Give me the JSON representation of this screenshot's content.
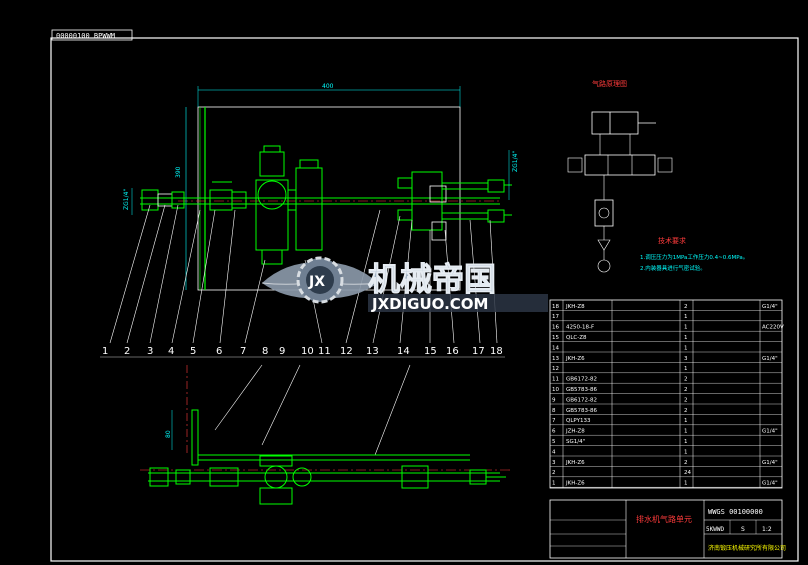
{
  "drawing": {
    "code_box": "00000100 BPWWM",
    "dim_width": "400",
    "dim_height": "390",
    "dim_left": "ZG1/4\"",
    "dim_right": "ZG1/4\"",
    "dim_side": "80",
    "callouts": [
      "1",
      "2",
      "3",
      "4",
      "5",
      "6",
      "7",
      "8",
      "9",
      "10",
      "11",
      "12",
      "13",
      "14",
      "15",
      "16",
      "17",
      "18"
    ],
    "schematic_title": "气路原理图",
    "tech_title": "技术要求",
    "tech_lines": [
      "1.调压压力为1MPa工作压力0.4~0.6MPa。",
      "2.内装器具进行气密试验。"
    ]
  },
  "watermark": {
    "cn": "机械帝国",
    "en": "JXDIGUO.COM",
    "badge": "JX"
  },
  "bom": {
    "rows": [
      {
        "no": "18",
        "code": "JKH-Z8",
        "qty": "2",
        "note": "G1/4\""
      },
      {
        "no": "17",
        "code": "",
        "qty": "1",
        "note": ""
      },
      {
        "no": "16",
        "code": "4250-18-F",
        "qty": "1",
        "note": "AC220V"
      },
      {
        "no": "15",
        "code": "QLC-Z8",
        "qty": "1",
        "note": ""
      },
      {
        "no": "14",
        "code": "",
        "qty": "1",
        "note": ""
      },
      {
        "no": "13",
        "code": "JKH-Z6",
        "qty": "3",
        "note": "G1/4\""
      },
      {
        "no": "12",
        "code": "",
        "qty": "1",
        "note": ""
      },
      {
        "no": "11",
        "code": "GB6172-82",
        "qty": "2",
        "note": ""
      },
      {
        "no": "10",
        "code": "GB5783-86",
        "qty": "2",
        "note": ""
      },
      {
        "no": "9",
        "code": "GB6172-82",
        "qty": "2",
        "note": ""
      },
      {
        "no": "8",
        "code": "GB5783-86",
        "qty": "2",
        "note": ""
      },
      {
        "no": "7",
        "code": "QLPY133",
        "qty": "1",
        "note": ""
      },
      {
        "no": "6",
        "code": "JZH-Z8",
        "qty": "1",
        "note": "G1/4\""
      },
      {
        "no": "5",
        "code": "SG1/4\"",
        "qty": "1",
        "note": ""
      },
      {
        "no": "4",
        "code": "",
        "qty": "1",
        "note": ""
      },
      {
        "no": "3",
        "code": "JKH-Z6",
        "qty": "2",
        "note": "G1/4\""
      },
      {
        "no": "2",
        "code": "",
        "qty": "24",
        "note": ""
      },
      {
        "no": "1",
        "code": "JKH-Z6",
        "qty": "1",
        "note": "G1/4\""
      }
    ],
    "title_name": "排水机气路单元",
    "drawing_no": "WWGS 00100000",
    "scale": "1:2",
    "mark": "S",
    "weight": "5KWWD",
    "company": "济南锻压机械研究所有限公司"
  }
}
